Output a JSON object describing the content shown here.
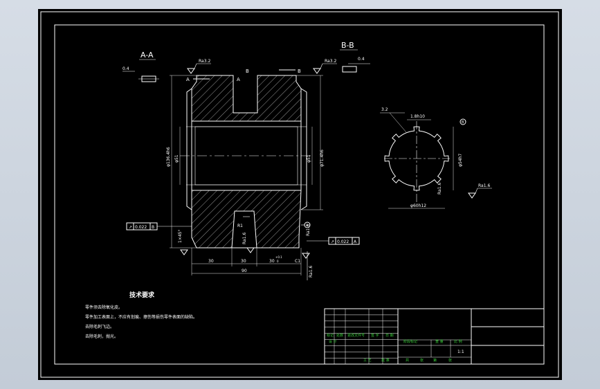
{
  "colors": {
    "background": "#000000",
    "lines": "#ffffff",
    "title_block_text": "#3cd23c",
    "window": "#cfd6df"
  },
  "views": {
    "section_aa": {
      "label": "A-A",
      "cut_mark": "A"
    },
    "section_bb": {
      "label": "B-B",
      "cut_mark": "B"
    }
  },
  "surface_finish": {
    "roughness_1": "Ra3.2",
    "roughness_2": "Ra3.2",
    "roughness_3": "Ra1.6",
    "roughness_4": "Ra1.6",
    "roughness_5": "Ra1.6",
    "roughness_6": "Ra1.6",
    "roughness_7": "Ra1.6",
    "left_symbol": "0.4",
    "right_symbol": "0.4"
  },
  "dimensions": {
    "outer_dia_left": "φ136.4h6",
    "bore_dia": "φ51",
    "inner_dia": "φ51",
    "outer_dia_right": "φ71.4h6",
    "width_30_a": "30",
    "width_30_b": "30",
    "width_30_c": "30",
    "total_width": "90",
    "tol_plus": "+0.1",
    "tol_minus": "0",
    "chamfer_left": "1×45°",
    "chamfer_right": "C1",
    "radius": "R1",
    "slot_width": "1.8h10",
    "spline_outer": "φ60h12",
    "spline_inner": "φ54h7",
    "spline_angle": "3.2",
    "gdt_left_value": "0.022",
    "gdt_left_datum": "B",
    "gdt_right_value": "0.022",
    "gdt_right_datum": "A",
    "datum_a": "A",
    "datum_b": "B"
  },
  "technical_requirements": {
    "title": "技术要求",
    "items": [
      "零件须去除氧化皮。",
      "零件加工表面上，不应有划痕、擦伤等损伤零件表面的缺陷。",
      "去除毛刺飞边。",
      "去除毛刺，抛光。"
    ]
  },
  "title_block": {
    "headers": [
      "标记",
      "处数",
      "更改文件号",
      "签 字",
      "日 期"
    ],
    "design_label": "设 计",
    "stage_label": "阶段标记",
    "weight_label": "重 量",
    "scale_label": "比 例",
    "scale_value": "1:1",
    "process_label": "工 艺",
    "approve_label": "批 准",
    "sheet_label": "共",
    "sheet_of": "张",
    "page_label": "第",
    "page_of": "张"
  }
}
